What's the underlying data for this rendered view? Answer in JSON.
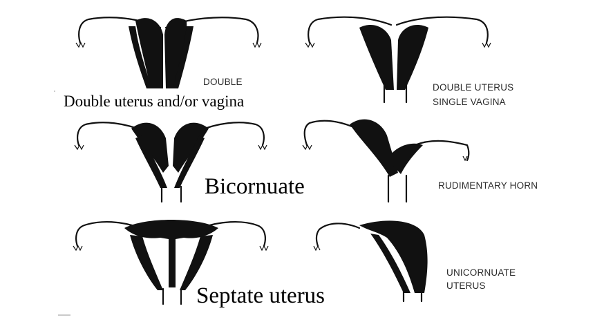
{
  "labels": {
    "double": "DOUBLE",
    "double_uterus_line1": "DOUBLE UTERUS",
    "double_uterus_line2": "SINGLE VAGINA",
    "rudimentary_horn": "RUDIMENTARY HORN",
    "unicornuate_line1": "UNICORNUATE",
    "unicornuate_line2": "UTERUS"
  },
  "captions": {
    "double_uterus_vagina": "Double uterus and/or vagina",
    "bicornuate": "Bicornuate",
    "septate": "Septate uterus"
  },
  "colors": {
    "ink": "#111111",
    "background": "#ffffff"
  }
}
